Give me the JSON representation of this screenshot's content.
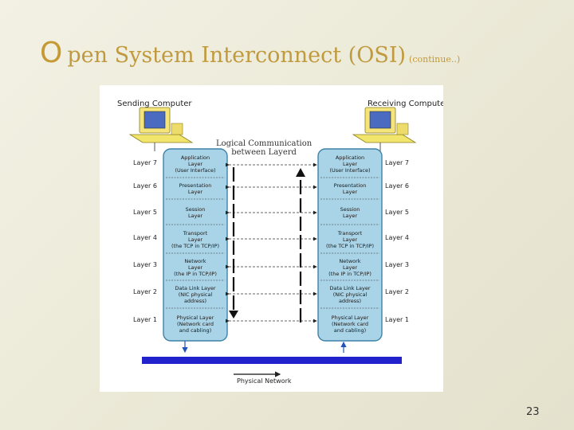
{
  "slide": {
    "title_initial": "O",
    "title_rest": "pen System Interconnect (OSI)",
    "title_continued": "(continue..)",
    "page_number": "23"
  },
  "diagram": {
    "sending_label": "Sending Computer",
    "receiving_label": "Receiving Computer",
    "logical_label_line1": "Logical Communication",
    "logical_label_line2": "between Layerd",
    "physical_network_label": "Physical Network",
    "layers": [
      {
        "name": "Layer 7",
        "left": "Application\nLayer\n(User Interface)",
        "right": "Application\nLayer\n(User Interface)"
      },
      {
        "name": "Layer 6",
        "left": "Presentation\nLayer",
        "right": "Presentation\nLayer"
      },
      {
        "name": "Layer 5",
        "left": "Session\nLayer",
        "right": "Session\nLayer"
      },
      {
        "name": "Layer 4",
        "left": "Transport\nLayer\n(the TCP in TCP/IP)",
        "right": "Transport\nLayer\n(the TCP in TCP/IP)"
      },
      {
        "name": "Layer 3",
        "left": "Network\nLayer\n(the IP in TCP/IP)",
        "right": "Network\nLayer\n(the IP in TCP/IP)"
      },
      {
        "name": "Layer 2",
        "left": "Data Link Layer\n(NIC physical\naddress)",
        "right": "Data Link Layer\n(NIC physical\naddress)"
      },
      {
        "name": "Layer 1",
        "left": "Physical Layer\n(Network card\nand cabling)",
        "right": "Physical Layer\n(Network card\nand cabling)"
      }
    ]
  },
  "colors": {
    "stack_fill": "#a9d3e6",
    "stack_border": "#3f82a8",
    "network_bar": "#2222cc",
    "title_color": "#c09a3e"
  }
}
